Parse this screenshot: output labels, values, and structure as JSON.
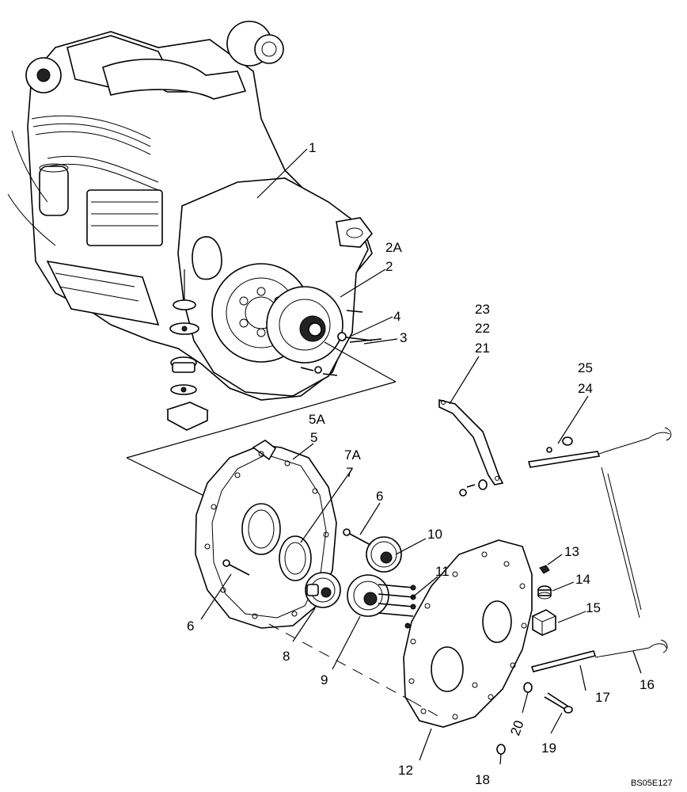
{
  "figure_code": "BS05E127",
  "callouts": {
    "c1": "1",
    "c2A": "2A",
    "c2": "2",
    "c3": "3",
    "c4": "4",
    "c5A": "5A",
    "c5": "5",
    "c6a": "6",
    "c6b": "6",
    "c7A": "7A",
    "c7": "7",
    "c8": "8",
    "c9": "9",
    "c10": "10",
    "c11": "11",
    "c12": "12",
    "c13": "13",
    "c14": "14",
    "c15": "15",
    "c16": "16",
    "c17": "17",
    "c18": "18",
    "c19": "19",
    "c20": "20",
    "c21": "21",
    "c22": "22",
    "c23": "23",
    "c24": "24",
    "c25": "25"
  }
}
